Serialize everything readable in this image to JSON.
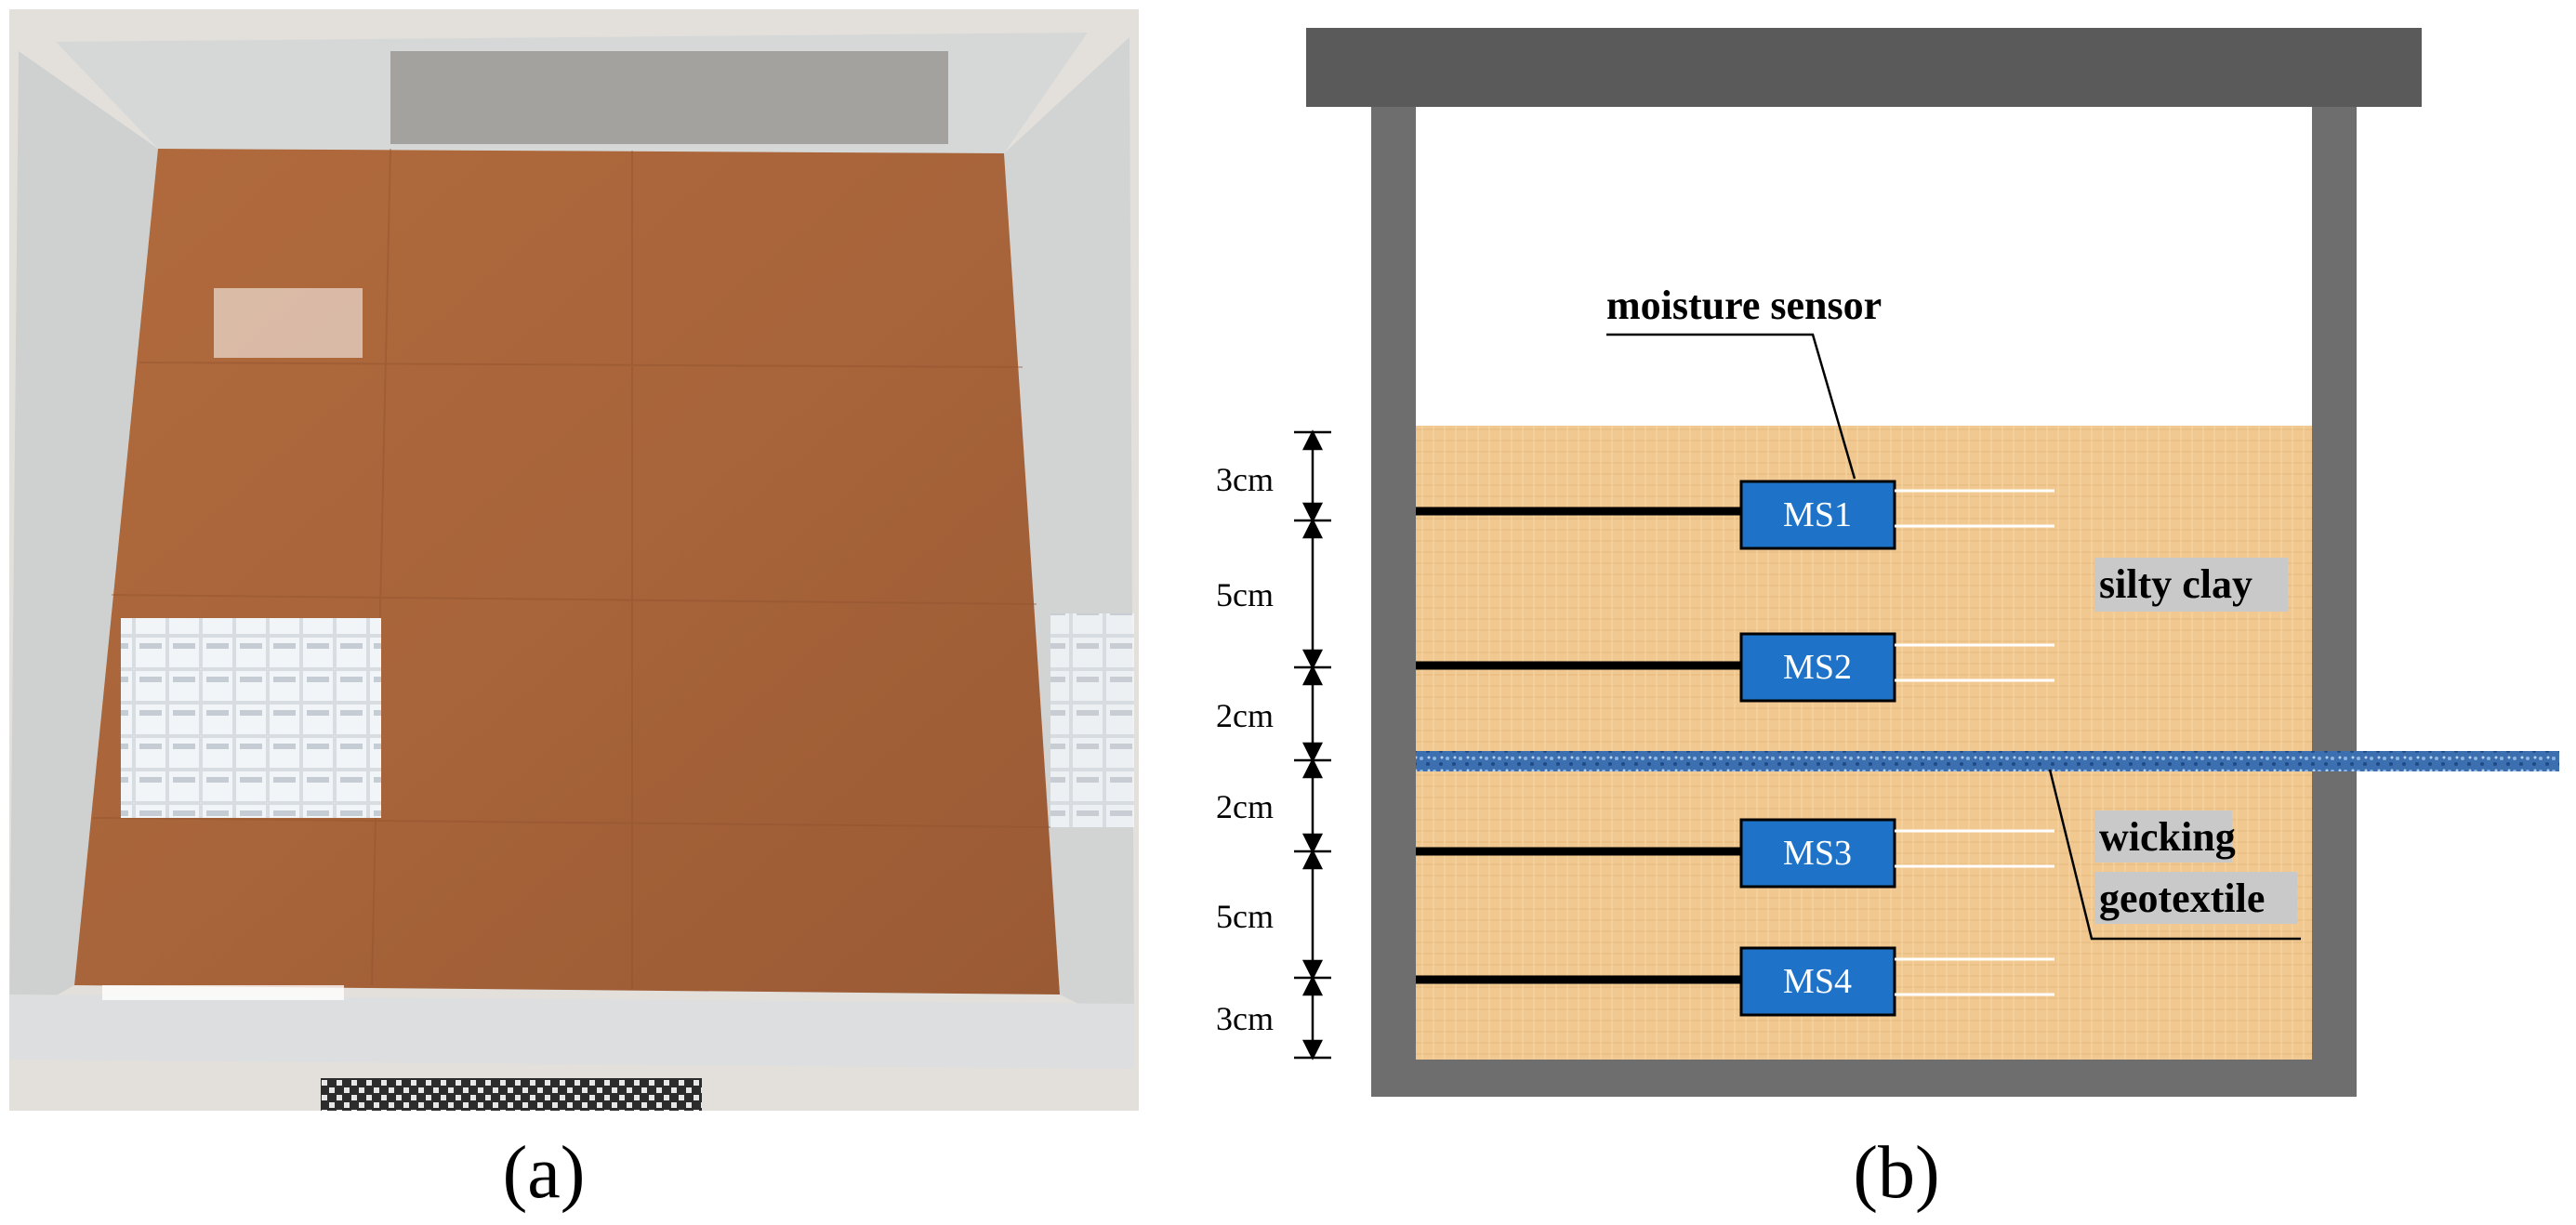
{
  "panels": {
    "a": {
      "caption": "(a)"
    },
    "b": {
      "caption": "(b)"
    }
  },
  "diagram": {
    "labels": {
      "sensor": "moisture sensor",
      "soil": "silty clay",
      "geotextile_line1": "wicking",
      "geotextile_line2": "geotextile"
    },
    "sensors": [
      "MS1",
      "MS2",
      "MS3",
      "MS4"
    ],
    "depths": [
      "3cm",
      "5cm",
      "2cm",
      "2cm",
      "5cm",
      "3cm"
    ]
  },
  "colors": {
    "frame": "#6e6e6e",
    "lid": "#5a5a5a",
    "soil": "#f1c990",
    "sensor": "#1e73c8",
    "geotextile": "#3b6fb0",
    "label_bg": "#c9c9c9",
    "photo_soil": "#a8643a"
  }
}
